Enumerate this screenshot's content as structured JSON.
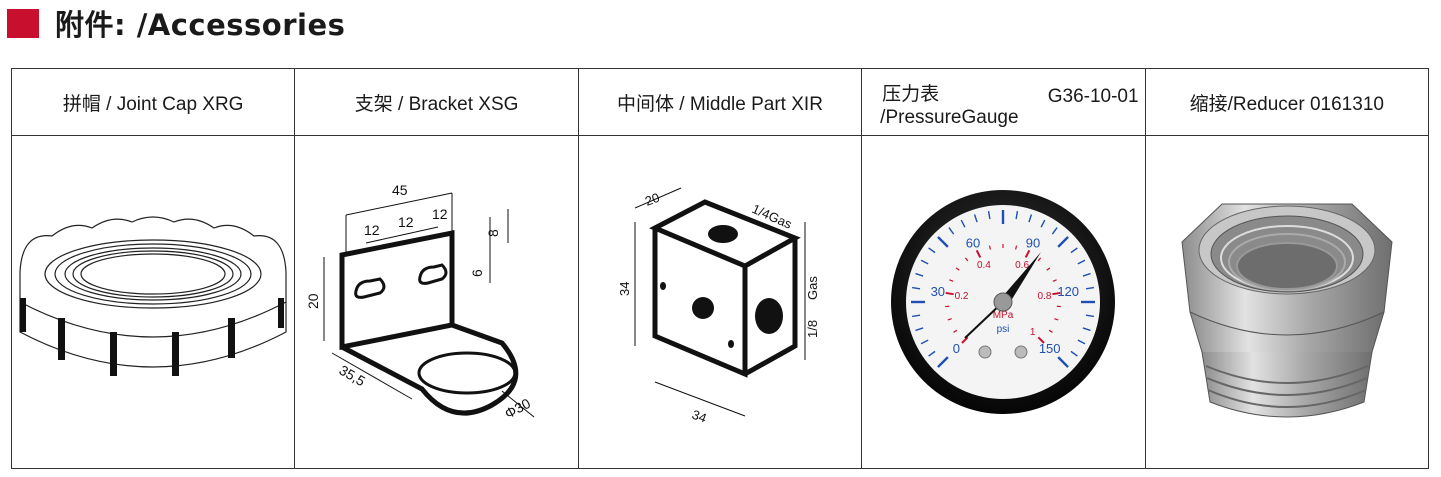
{
  "heading": {
    "title": "附件: /Accessories",
    "accent_color": "#c8102e"
  },
  "items": [
    {
      "label": "拼帽 /  Joint Cap XRG",
      "icon": "joint-cap-drawing"
    },
    {
      "label": "支架 / Bracket XSG",
      "icon": "bracket-drawing",
      "dims": {
        "d45": "45",
        "d12a": "12",
        "d12b": "12",
        "d12c": "12",
        "d8": "8",
        "d6": "6",
        "d20": "20",
        "d355": "35,5",
        "d30": "Φ30"
      }
    },
    {
      "label": "中间体 /  Middle Part XIR",
      "icon": "middle-part-drawing",
      "dims": {
        "d20": "20",
        "d14": "1/4Gas",
        "d34v": "34",
        "gas": "Gas",
        "d18": "1/8",
        "d34h": "34"
      }
    },
    {
      "label_line1": "压力表",
      "label_line2": "/PressureGauge",
      "code": "G36-10-01",
      "icon": "pressure-gauge-photo",
      "gauge": {
        "mpa_ticks": [
          "0.2",
          "0.4",
          "0.6",
          "0.8",
          "1"
        ],
        "psi_ticks": [
          "0",
          "30",
          "60",
          "90",
          "120",
          "150"
        ],
        "unit1": "MPa",
        "unit2": "psi"
      }
    },
    {
      "label": "缩接/Reducer 0161310",
      "icon": "reducer-photo"
    }
  ]
}
